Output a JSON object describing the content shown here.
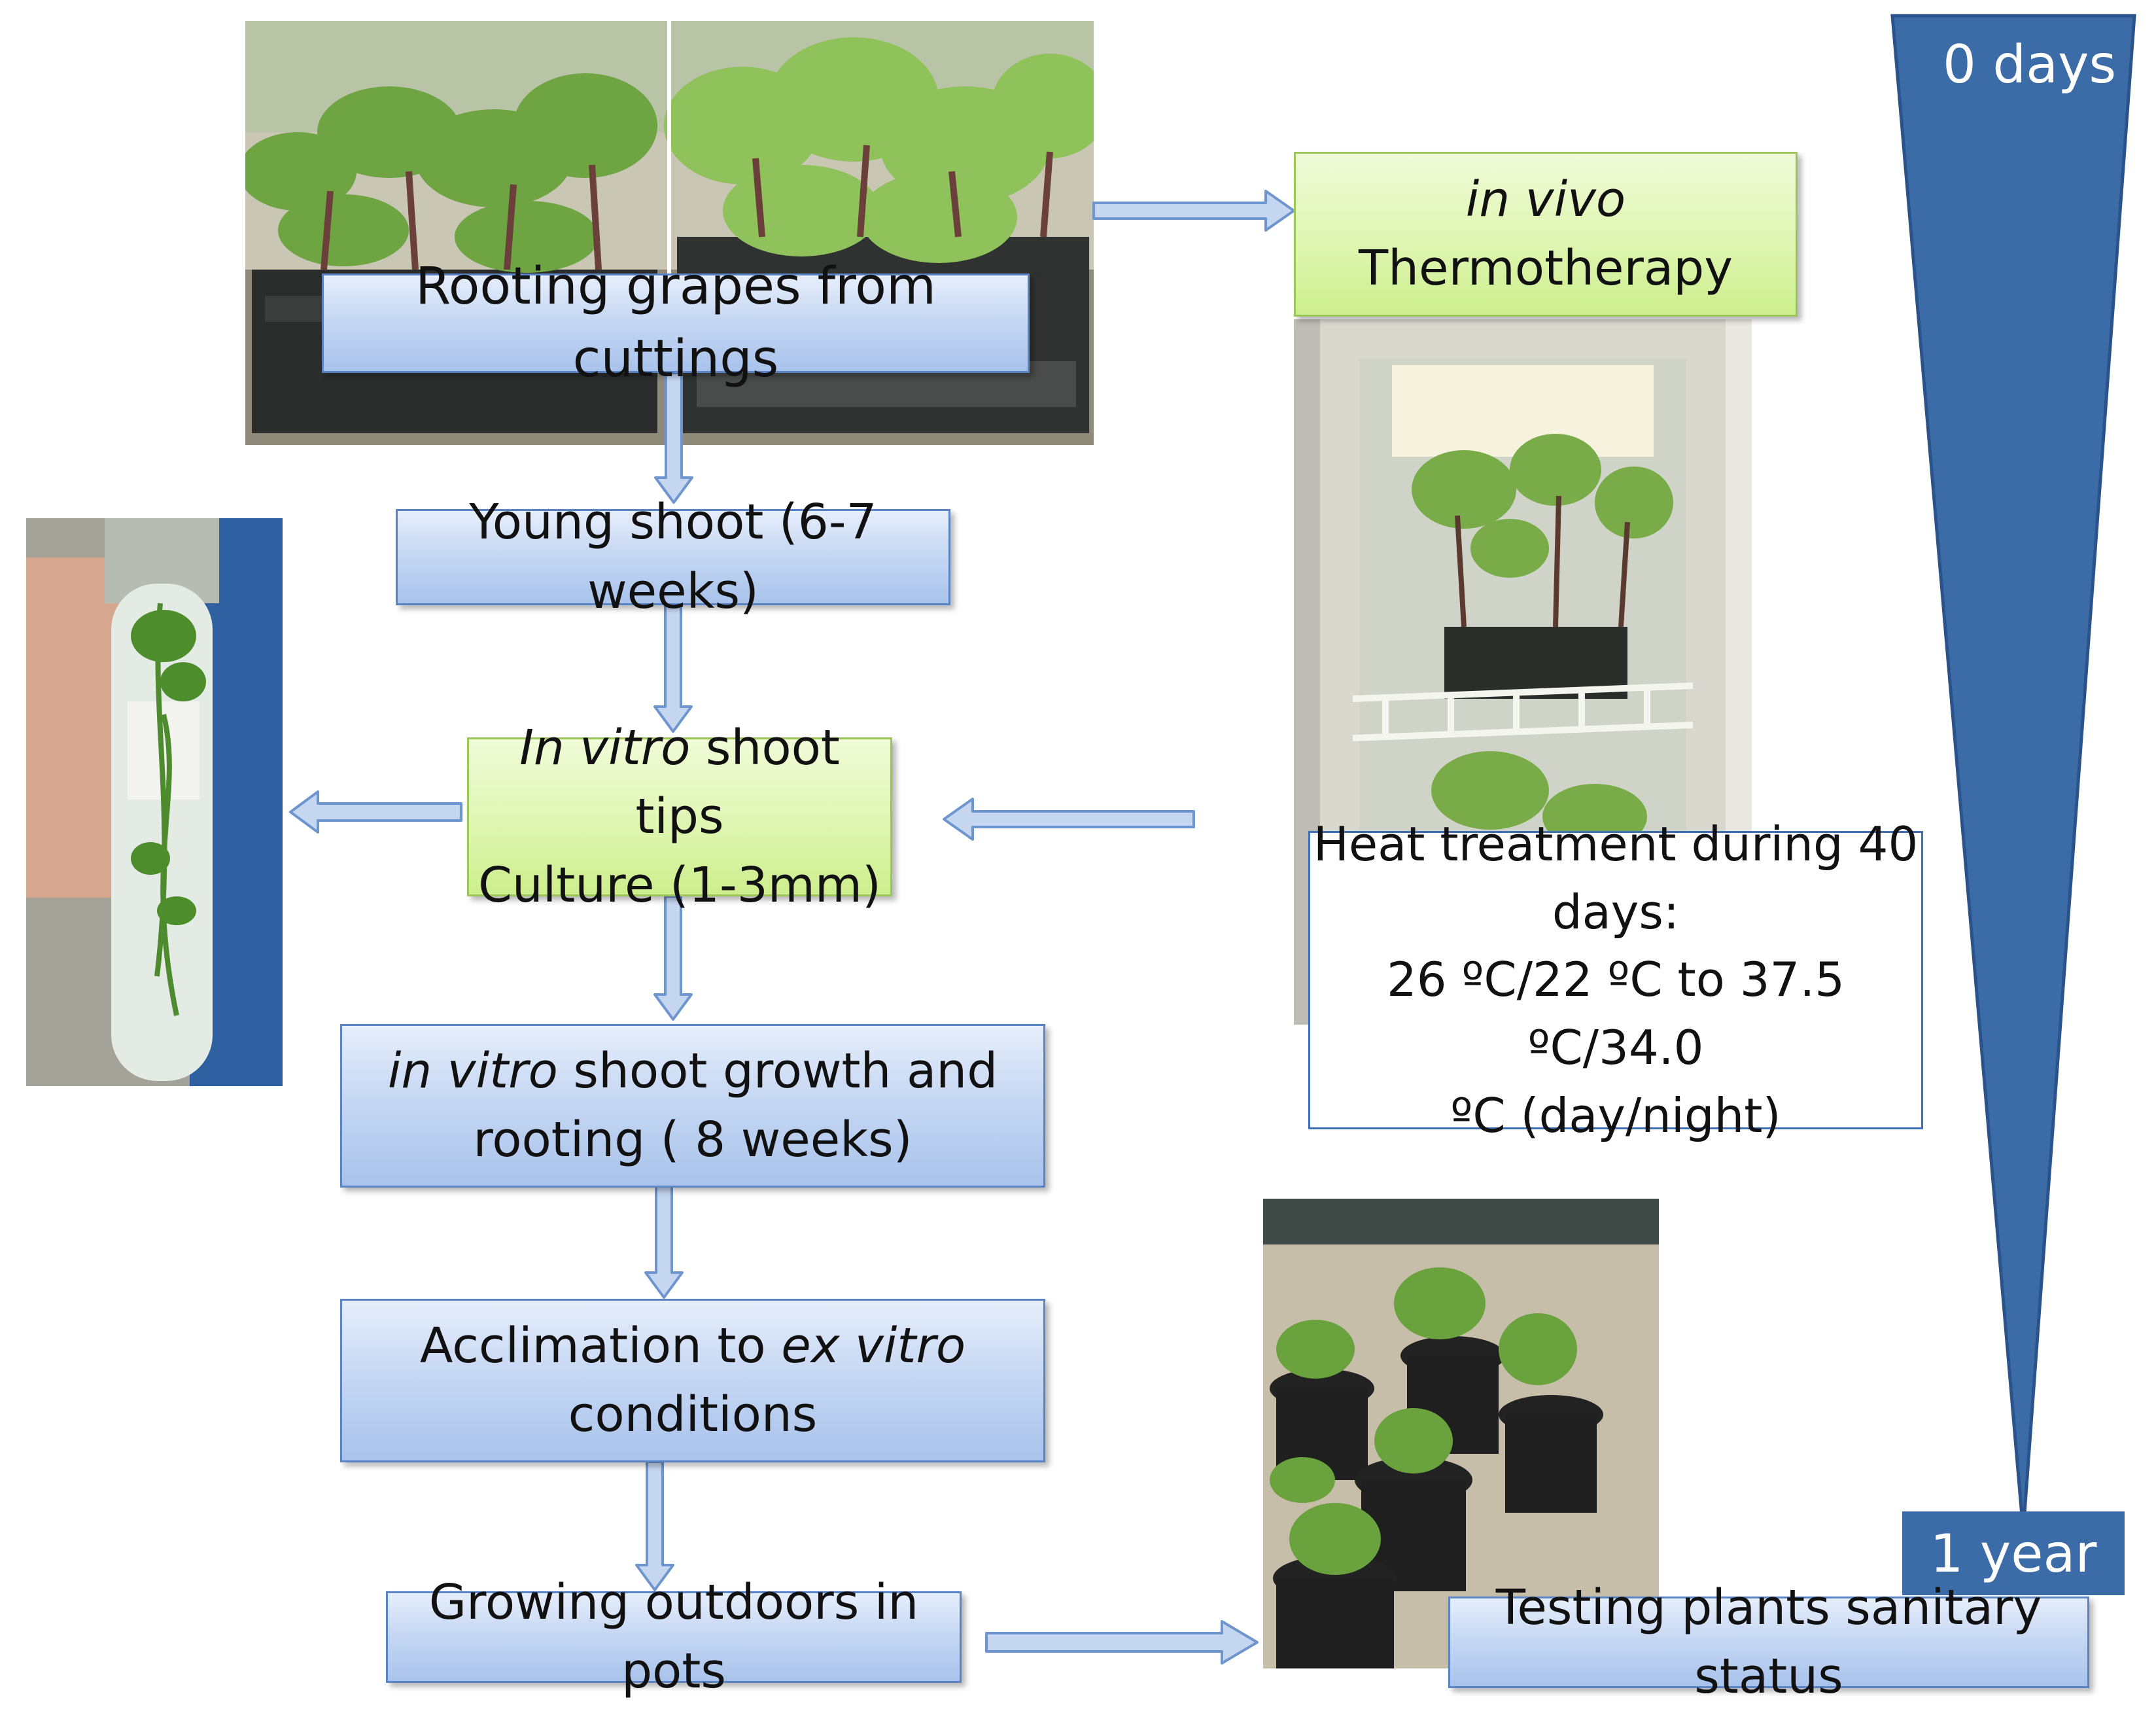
{
  "boxes": {
    "rooting": "Rooting grapes from cuttings",
    "young_shoot": "Young shoot (6-7 weeks)",
    "in_vitro_tips": {
      "italic": "In vitro",
      "rest": " shoot tips",
      "line2": "Culture (1-3mm)"
    },
    "in_vivo": {
      "line1": "in vivo",
      "line2": "Thermotherapy"
    },
    "heat": {
      "line1": "Heat treatment  during 40",
      "line2": "days:",
      "line3": "26 ºC/22 ºC to 37.5 ºC/34.0",
      "line4": "ºC (day/night)"
    },
    "growth": {
      "italic": "in vitro",
      "rest": " shoot  growth and",
      "line2": "rooting ( 8 weeks)"
    },
    "acclimation": {
      "pre": "Acclimation to ",
      "italic": "ex vitro",
      "line2": "conditions"
    },
    "outdoors": "Growing outdoors in pots",
    "testing": "Testing plants sanitary status"
  },
  "timeline": {
    "start": "0 days",
    "end": "1 year"
  },
  "colors": {
    "blue_fill": "#c7d8f3",
    "green_fill": "#dff6b2",
    "arrow_fill": "#c5d6f0",
    "arrow_stroke": "#6f95cf",
    "triangle": "#3c6ca8"
  }
}
